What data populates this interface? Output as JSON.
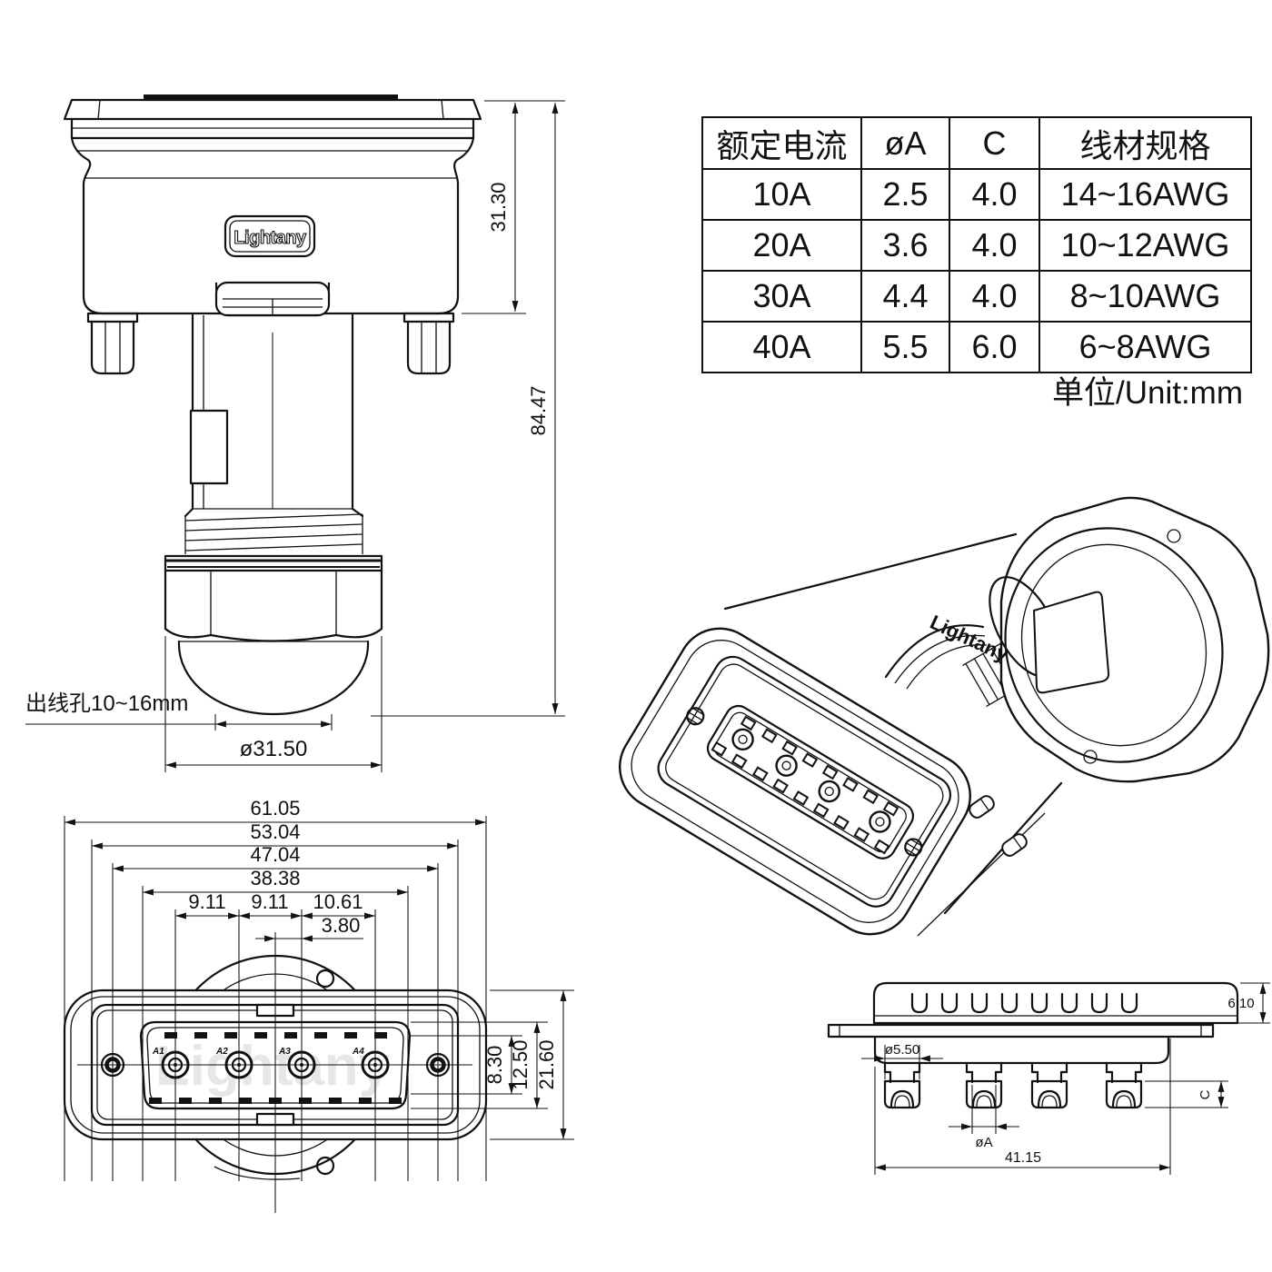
{
  "front_view": {
    "logo_text": "Lightany",
    "dim_upper_height": "31.30",
    "dim_total_height": "84.47",
    "cable_hole_note": "出线孔10~16mm",
    "dim_gland_diameter": "ø31.50"
  },
  "face_view": {
    "watermark": "Lightany",
    "dim_overall_width": "61.05",
    "dim_flange_width": "53.04",
    "dim_mount_span": "47.04",
    "dim_shell_width": "38.38",
    "dim_pitch_1": "9.11",
    "dim_pitch_2": "9.11",
    "dim_pitch_3": "10.61",
    "dim_center_offset": "3.80",
    "dim_opening_height": "8.30",
    "dim_shell_height": "12.50",
    "dim_overall_height": "21.60",
    "pins": [
      "A1",
      "A2",
      "A3",
      "A4"
    ]
  },
  "side_view": {
    "dim_shell_depth": "6.10",
    "dim_cup_diameter": "ø5.50",
    "dim_pin_diameter": "øA",
    "dim_cup_depth": "C",
    "dim_insert_width": "41.15"
  },
  "iso_view": {
    "brand_text": "Lightany"
  },
  "spec_table": {
    "headers": [
      "额定电流",
      "øA",
      "C",
      "线材规格"
    ],
    "rows": [
      [
        "10A",
        "2.5",
        "4.0",
        "14~16AWG"
      ],
      [
        "20A",
        "3.6",
        "4.0",
        "10~12AWG"
      ],
      [
        "30A",
        "4.4",
        "4.0",
        "8~10AWG"
      ],
      [
        "40A",
        "5.5",
        "6.0",
        "6~8AWG"
      ]
    ],
    "unit_note": "单位/Unit:mm"
  }
}
